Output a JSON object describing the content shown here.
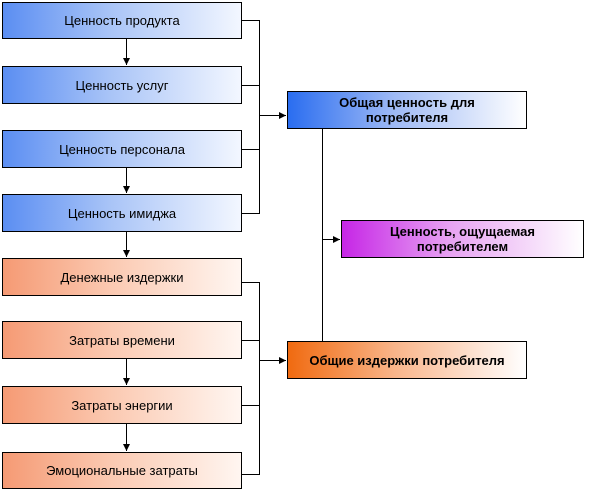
{
  "values": [
    {
      "id": "product",
      "label": "Ценность продукта"
    },
    {
      "id": "services",
      "label": "Ценность услуг"
    },
    {
      "id": "personnel",
      "label": "Ценность персонала"
    },
    {
      "id": "image",
      "label": "Ценность имиджа"
    }
  ],
  "costs": [
    {
      "id": "monetary",
      "label": "Денежные издержки"
    },
    {
      "id": "time",
      "label": "Затраты времени"
    },
    {
      "id": "energy",
      "label": "Затраты энергии"
    },
    {
      "id": "emotional",
      "label": "Эмоциональные затраты"
    }
  ],
  "total_value": {
    "line1": "Общая ценность для",
    "line2": "потребителя"
  },
  "total_cost": {
    "label": "Общие издержки потребителя"
  },
  "perceived_value": {
    "line1": "Ценность, ощущаемая",
    "line2": "потребителем"
  },
  "colors": {
    "value_box": "#5b8ef2",
    "cost_box": "#f59a74",
    "total_value_box": "#2a6df0",
    "total_cost_box": "#f06a10",
    "perceived_box": "#c626e6",
    "line": "#000000"
  }
}
